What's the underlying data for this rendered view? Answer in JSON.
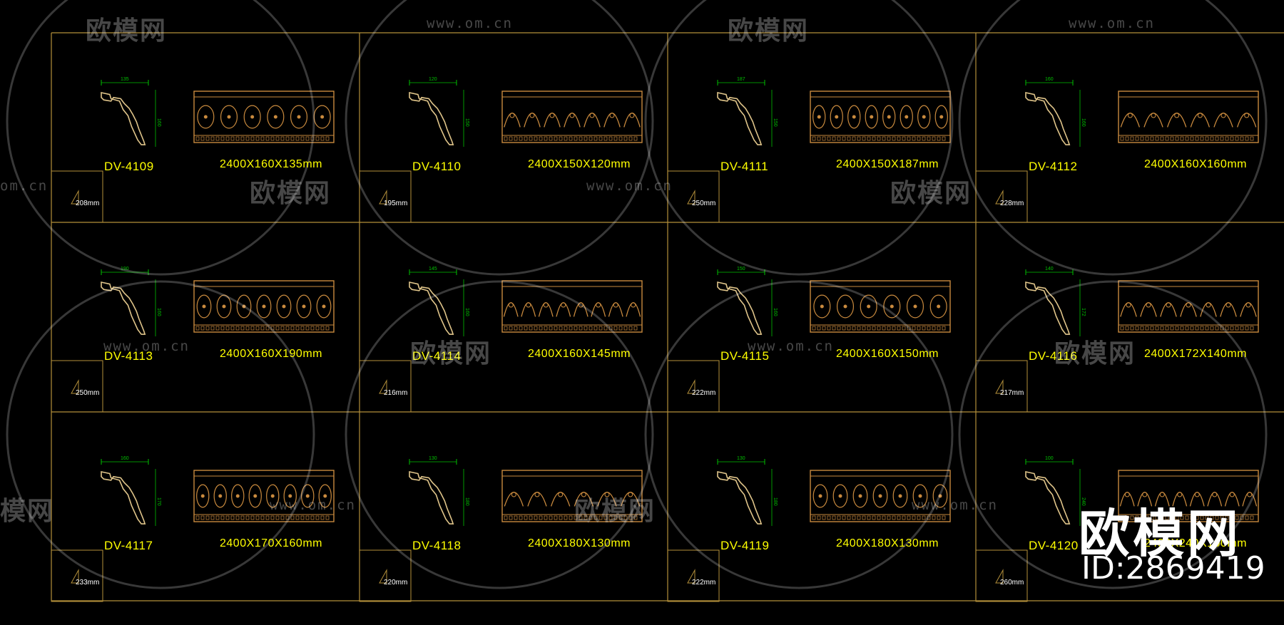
{
  "colors": {
    "background": "#000000",
    "frame": "#b38f3a",
    "ornament": "#c98a3e",
    "label": "#ffff00",
    "dim": "#00c000"
  },
  "items": [
    {
      "code": "DV-4109",
      "size": "2400X160X135mm",
      "angle": "208mm",
      "w": "135",
      "h": "160"
    },
    {
      "code": "DV-4110",
      "size": "2400X150X120mm",
      "angle": "195mm",
      "w": "120",
      "h": "150"
    },
    {
      "code": "DV-4111",
      "size": "2400X150X187mm",
      "angle": "250mm",
      "w": "187",
      "h": "150"
    },
    {
      "code": "DV-4112",
      "size": "2400X160X160mm",
      "angle": "228mm",
      "w": "160",
      "h": "160"
    },
    {
      "code": "DV-4113",
      "size": "2400X160X190mm",
      "angle": "250mm",
      "w": "190",
      "h": "160"
    },
    {
      "code": "DV-4114",
      "size": "2400X160X145mm",
      "angle": "216mm",
      "w": "145",
      "h": "160"
    },
    {
      "code": "DV-4115",
      "size": "2400X160X150mm",
      "angle": "222mm",
      "w": "150",
      "h": "160"
    },
    {
      "code": "DV-4116",
      "size": "2400X172X140mm",
      "angle": "217mm",
      "w": "140",
      "h": "172"
    },
    {
      "code": "DV-4117",
      "size": "2400X170X160mm",
      "angle": "233mm",
      "w": "160",
      "h": "170"
    },
    {
      "code": "DV-4118",
      "size": "2400X180X130mm",
      "angle": "220mm",
      "w": "130",
      "h": "180"
    },
    {
      "code": "DV-4119",
      "size": "2400X180X130mm",
      "angle": "222mm",
      "w": "130",
      "h": "180"
    },
    {
      "code": "DV-4120",
      "size": "2400X240X100mm",
      "angle": "260mm",
      "w": "100",
      "h": "240"
    }
  ],
  "watermark": {
    "brand": "欧模网",
    "url": "www.om.cn",
    "url_cut": "om.cn",
    "brand_cut": "模网"
  },
  "badge": {
    "brand": "欧模网",
    "id": "ID:2869419"
  }
}
